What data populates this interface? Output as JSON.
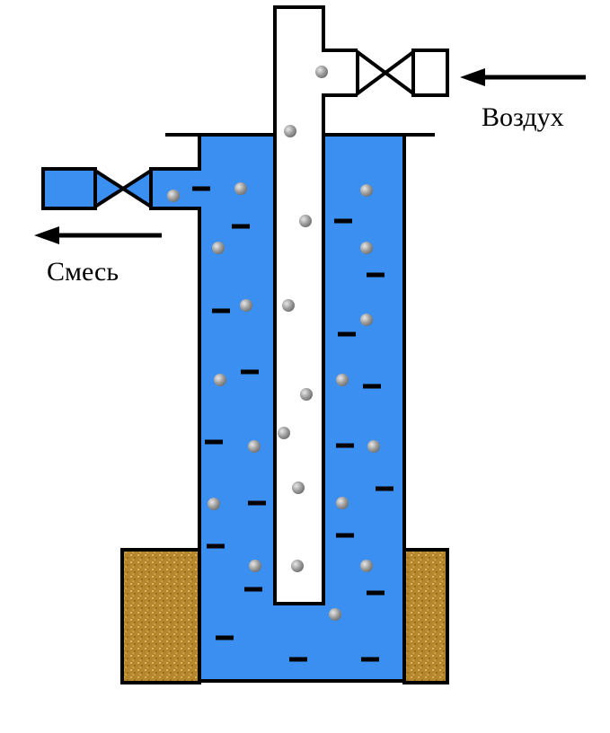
{
  "labels": {
    "air": "Воздух",
    "mixture": "Смесь"
  },
  "colors": {
    "liquid": "#3a8ff0",
    "soil": "#b5862c",
    "pipe_fill": "#ffffff",
    "outline": "#000000",
    "bubble": "#9a9a9a"
  },
  "parts": [
    "air-inlet-arrow-icon",
    "inlet-valve-icon",
    "inner-air-pipe",
    "outer-well-casing",
    "outlet-valve-icon",
    "mixture-outlet-arrow-icon",
    "ground-left",
    "ground-right",
    "top-flange"
  ]
}
